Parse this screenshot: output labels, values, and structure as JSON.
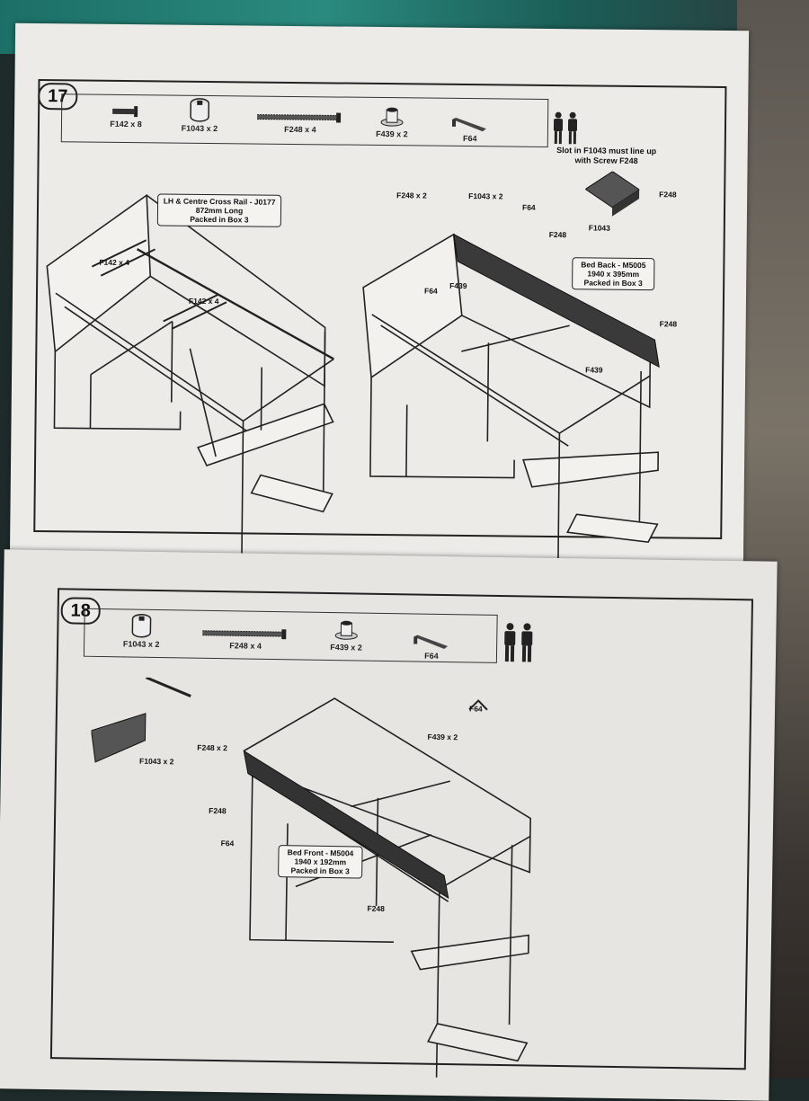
{
  "step17": {
    "number": "17",
    "parts": [
      {
        "icon": "screw-bolt-icon",
        "label": "F142 x 8"
      },
      {
        "icon": "cam-barrel-icon",
        "label": "F1043 x 2"
      },
      {
        "icon": "long-bolt-icon",
        "label": "F248 x 4"
      },
      {
        "icon": "barrel-nut-icon",
        "label": "F439 x 2"
      },
      {
        "icon": "allen-key-icon",
        "label": "F64"
      }
    ],
    "note": "Slot in F1043 must line up with Screw F248",
    "callout_rail": [
      "LH & Centre Cross Rail - J0177",
      "872mm Long",
      "Packed in Box 3"
    ],
    "callout_back": [
      "Bed Back - M5005",
      "1940 x 395mm",
      "Packed in Box 3"
    ],
    "labels": {
      "f142_a": "F142 x 4",
      "f142_b": "F142 x 4",
      "f248x2": "F248 x 2",
      "f1043x2": "F1043 x 2",
      "f64_a": "F64",
      "f248_a": "F248",
      "f248_b": "F248",
      "f1043": "F1043",
      "f248_c": "F248",
      "f64_b": "F64",
      "f439_a": "F439",
      "f439_b": "F439"
    }
  },
  "step18": {
    "number": "18",
    "parts": [
      {
        "icon": "cam-barrel-icon",
        "label": "F1043 x 2"
      },
      {
        "icon": "long-bolt-icon",
        "label": "F248 x 4"
      },
      {
        "icon": "barrel-nut-icon",
        "label": "F439 x 2"
      },
      {
        "icon": "allen-key-icon",
        "label": "F64"
      }
    ],
    "callout_front": [
      "Bed Front - M5004",
      "1940 x 192mm",
      "Packed in Box 3"
    ],
    "labels": {
      "f64_top": "F64",
      "f439x2": "F439 x 2",
      "f248x2": "F248 x 2",
      "f1043x2": "F1043 x 2",
      "f248_a": "F248",
      "f64_a": "F64",
      "f248_b": "F248"
    }
  }
}
